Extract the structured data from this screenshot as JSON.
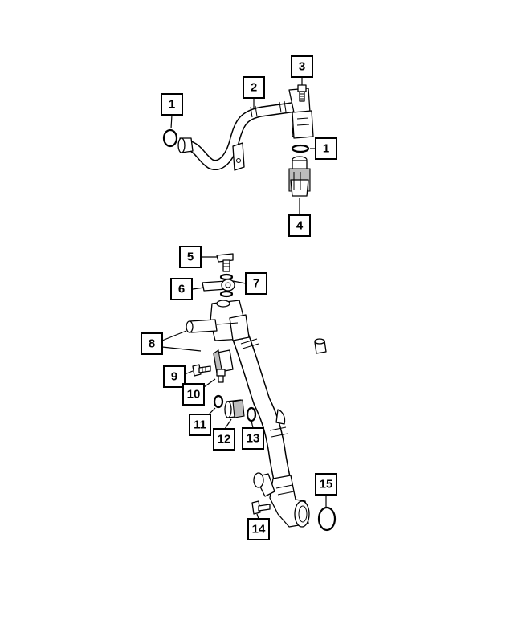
{
  "callouts": [
    {
      "label": "1"
    },
    {
      "label": "2"
    },
    {
      "label": "3"
    },
    {
      "label": "1"
    },
    {
      "label": "4"
    },
    {
      "label": "5"
    },
    {
      "label": "6"
    },
    {
      "label": "7"
    },
    {
      "label": "8"
    },
    {
      "label": "9"
    },
    {
      "label": "10"
    },
    {
      "label": "11"
    },
    {
      "label": "12"
    },
    {
      "label": "13"
    },
    {
      "label": "14"
    },
    {
      "label": "15"
    }
  ]
}
